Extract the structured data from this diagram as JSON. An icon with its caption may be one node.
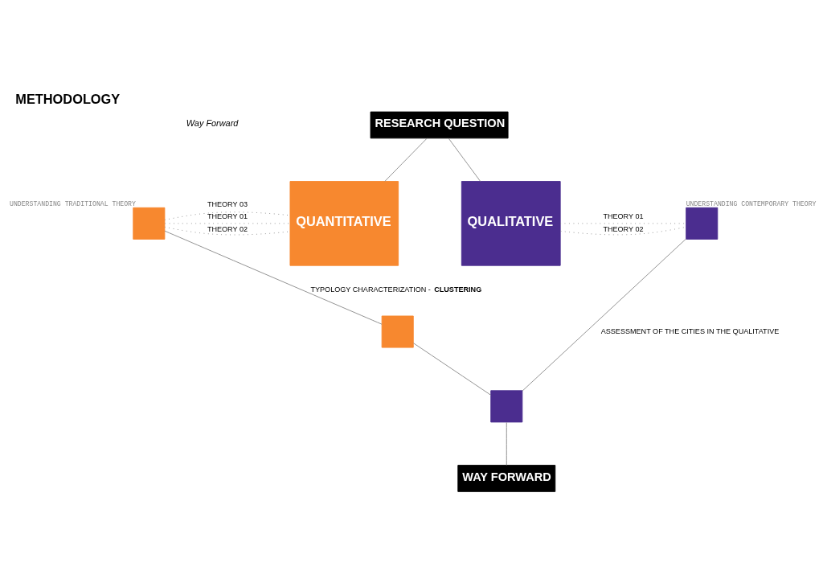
{
  "diagram": {
    "title": "METHODOLOGY",
    "nodes": [
      {
        "text": [
          "RESEARCH QUESTION"
        ]
      },
      {
        "text": [
          "QUANTITATIVE"
        ]
      },
      {
        "text": [
          "QUALITATIVE"
        ]
      },
      {
        "text": [],
        "shape": "box",
        "beside": [
          "UNDERSTANDING TRADITIONAL THEORY"
        ]
      },
      {
        "text": [],
        "shape": "box",
        "beside": [
          "UNDERSTANDING CONTEMPORARY THEORY"
        ]
      },
      {
        "text": [],
        "shape": "box"
      },
      {
        "text": [],
        "shape": "box"
      },
      {
        "text": [
          "WAY FORWARD"
        ]
      }
    ],
    "edges": [
      {
        "from": 0,
        "to": 1,
        "arrow": "none"
      },
      {
        "from": 0,
        "to": 2,
        "arrow": "none"
      },
      {
        "from": 3,
        "to": 1,
        "arrow": "none",
        "label": "THEORY 01",
        "style": "dashed"
      },
      {
        "from": 3,
        "to": 1,
        "arrow": "none",
        "label": "THEORY 02",
        "style": "dashed"
      },
      {
        "from": 3,
        "to": 1,
        "arrow": "none",
        "label": "THEORY 03",
        "style": "dashed"
      },
      {
        "from": 2,
        "to": 4,
        "arrow": "none",
        "label": "THEORY 01",
        "style": "dashed"
      },
      {
        "from": 2,
        "to": 4,
        "arrow": "none",
        "label": "THEORY 02",
        "style": "dashed"
      },
      {
        "from": 3,
        "to": 5,
        "arrow": "none",
        "label": "TYPOLOGY CHARACTERIZATION - **CLUSTERING**"
      },
      {
        "from": 5,
        "to": 6,
        "arrow": "none"
      },
      {
        "from": 4,
        "to": 6,
        "arrow": "none",
        "label": "ASSESSMENT OF THE CITIES IN THE QUALITATIVE"
      },
      {
        "from": 6,
        "to": 7,
        "arrow": "none"
      }
    ],
    "labels": [
      "Way Forward"
    ]
  }
}
